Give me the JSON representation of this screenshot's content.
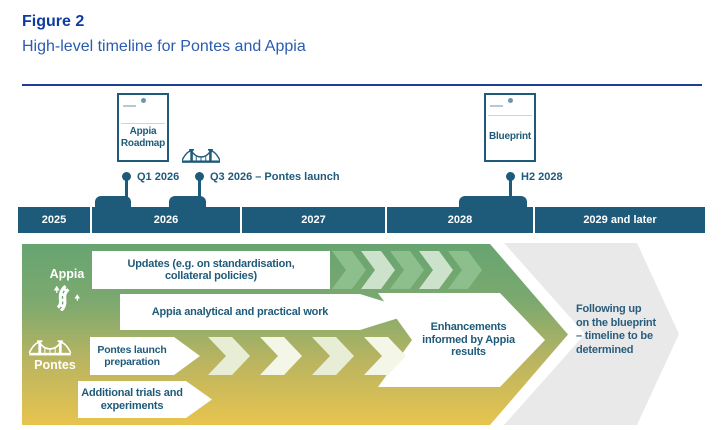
{
  "header": {
    "figure_label": "Figure 2",
    "title": "High-level timeline for Pontes and Appia"
  },
  "milestones": {
    "roadmap_doc": {
      "lines": [
        "Appia",
        "Roadmap"
      ]
    },
    "blueprint_doc": {
      "label": "Blueprint"
    },
    "markers": [
      {
        "label": "Q1 2026"
      },
      {
        "label": "Q3 2026 – Pontes launch"
      },
      {
        "label": "H2 2028"
      }
    ]
  },
  "timeline": {
    "segments": [
      "2025",
      "2026",
      "2027",
      "2028",
      "2029 and later"
    ]
  },
  "diagram": {
    "appia_label": "Appia",
    "pontes_label": "Pontes",
    "updates": {
      "lines": [
        "Updates (e.g. on standardisation,",
        "collateral policies)"
      ]
    },
    "analytical": {
      "label": "Appia analytical and practical work"
    },
    "pontes_prep": {
      "lines": [
        "Pontes launch",
        "preparation"
      ]
    },
    "trials": {
      "lines": [
        "Additional trials and",
        "experiments"
      ]
    },
    "enhancements": {
      "lines": [
        "Enhancements",
        "informed by Appia",
        "results"
      ]
    },
    "following_up": {
      "lines": [
        "Following up",
        "on the blueprint",
        "– timeline to be",
        "determined"
      ]
    }
  },
  "colors": {
    "figure_label_blue": "#0e3ca0",
    "title_blue": "#2a5cb0",
    "petrol": "#1e5b7a",
    "gradient_top_green": "#67a471",
    "gradient_bottom_yellow": "#e7c44e",
    "gray_arrow": "#e9e9e9",
    "chevron_green": "#8dbf8c",
    "chevron_green_pale": "#cde2ca",
    "chevron_cream": "#e8eed6",
    "chevron_cream_pale": "#f4f6e7"
  }
}
